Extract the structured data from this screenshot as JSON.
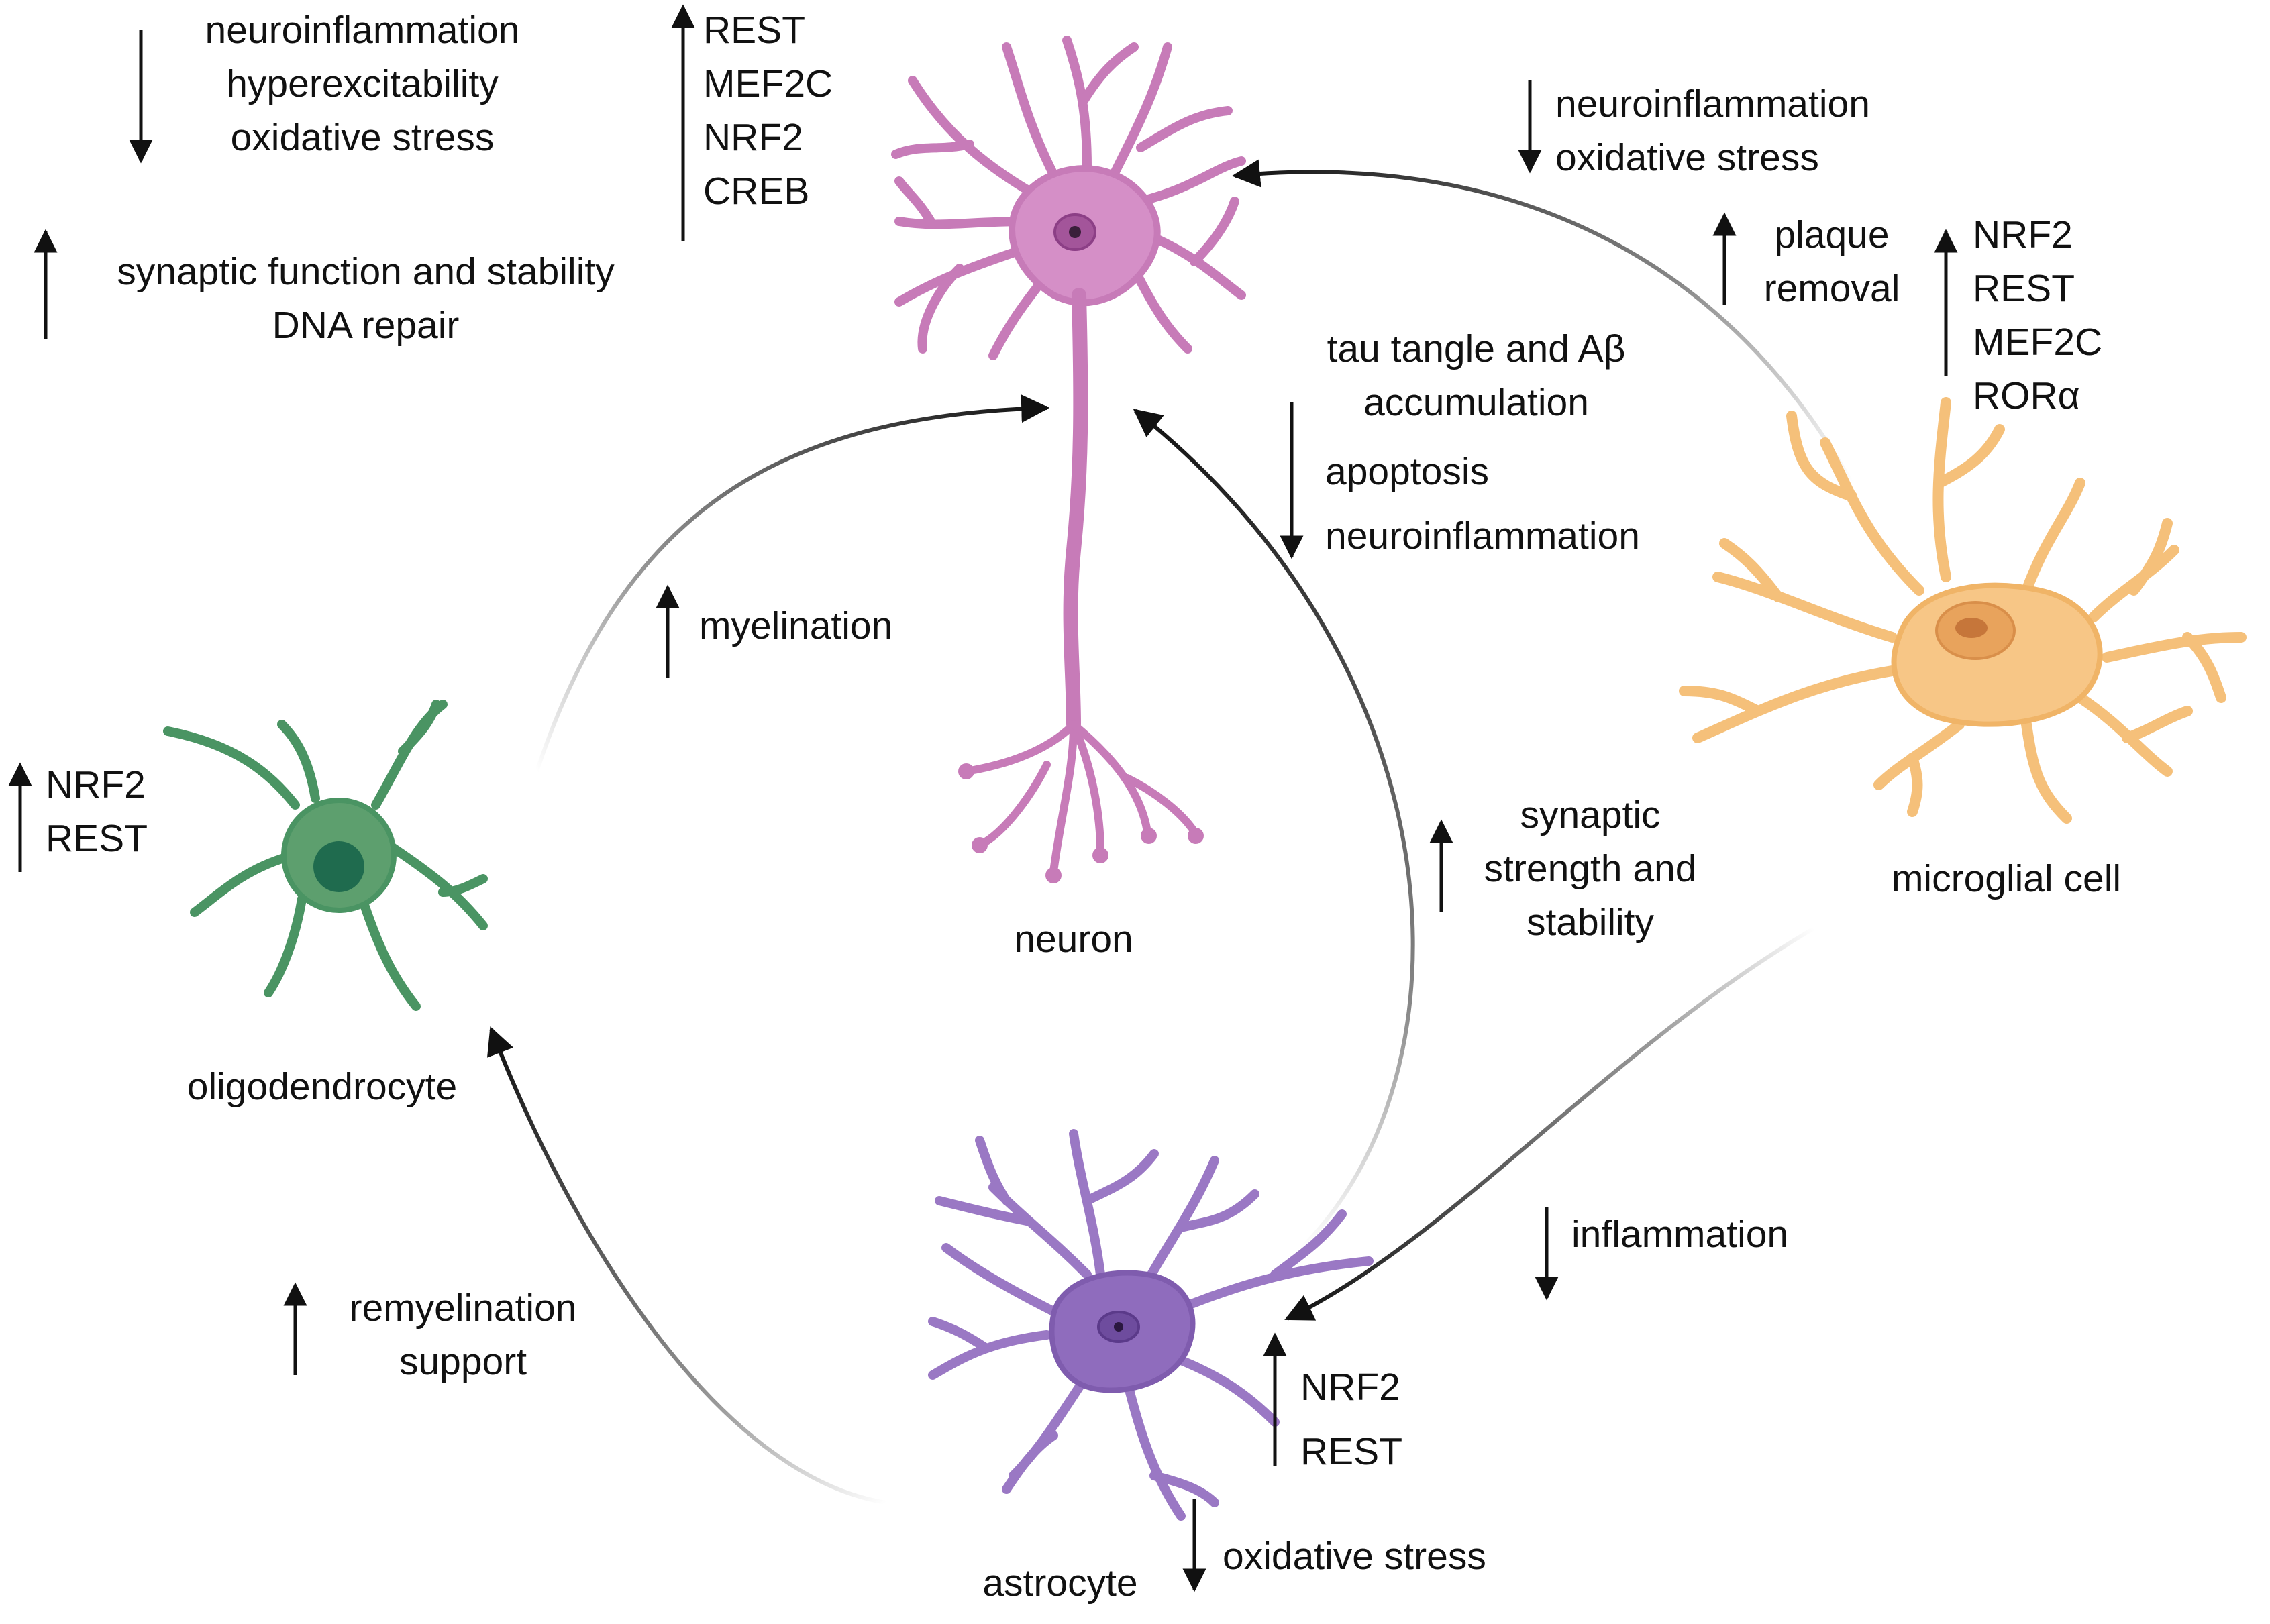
{
  "cells": {
    "neuron": {
      "label": "neuron",
      "color": "#c77bb8"
    },
    "microglia": {
      "label": "microglial cell",
      "color": "#f5c07a"
    },
    "astrocyte": {
      "label": "astrocyte",
      "color": "#9a78c4"
    },
    "oligodendrocyte": {
      "label": "oligodendrocyte",
      "color": "#4a9463"
    }
  },
  "annotations": {
    "neuron_effects_down": [
      "neuroinflammation",
      "hyperexcitability",
      "oxidative stress"
    ],
    "neuron_effects_up": [
      "synaptic function and stability",
      "DNA repair"
    ],
    "neuron_factors_up": [
      "REST",
      "MEF2C",
      "NRF2",
      "CREB"
    ],
    "microglia_to_neuron_down": [
      "neuroinflammation",
      "oxidative stress"
    ],
    "microglia_plaque_up": [
      "plaque",
      "removal"
    ],
    "microglia_factors_up": [
      "NRF2",
      "REST",
      "MEF2C",
      "RORα"
    ],
    "astro_to_neuron_top": [
      "tau tangle and Aβ",
      "accumulation"
    ],
    "astro_to_neuron_down": [
      "apoptosis",
      "neuroinflammation"
    ],
    "astro_synaptic_up": [
      "synaptic",
      "strength and",
      "stability"
    ],
    "oligo_myelination_up": "myelination",
    "oligo_factors_up": [
      "NRF2",
      "REST"
    ],
    "astro_remyelination_up": [
      "remyelination",
      "support"
    ],
    "microglia_to_astro_down": "inflammation",
    "astro_factors_up": [
      "NRF2",
      "REST"
    ],
    "astro_oxidative_down": "oxidative stress"
  }
}
